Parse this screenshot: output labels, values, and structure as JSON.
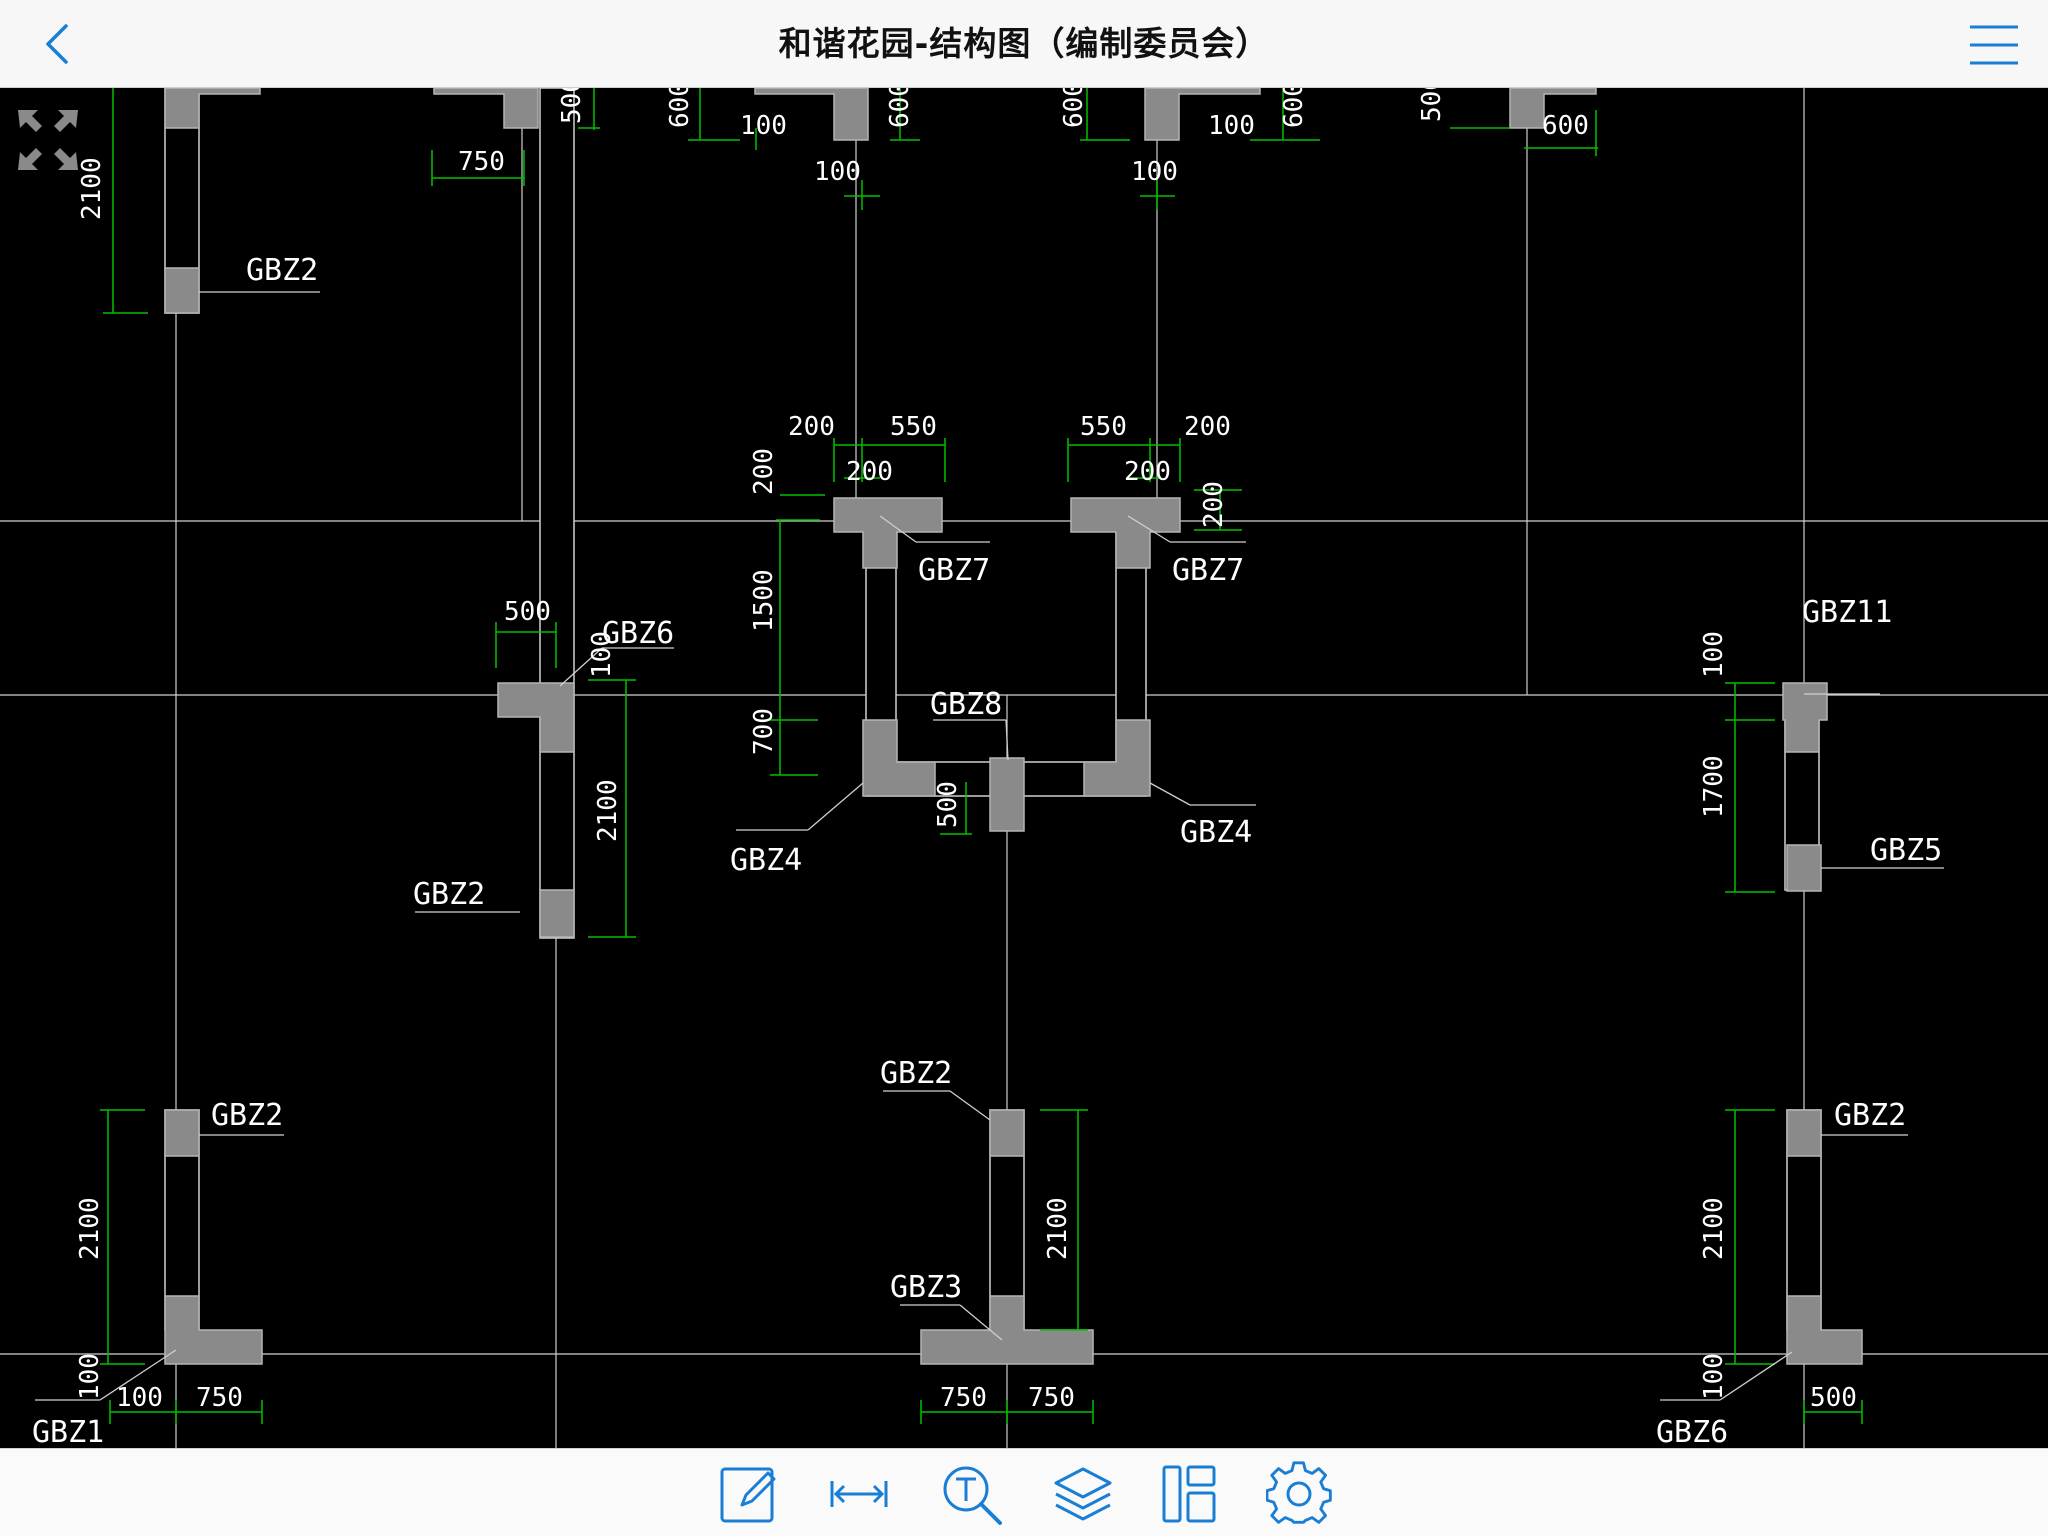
{
  "header": {
    "title": "和谐花园-结构图（编制委员会）",
    "back_icon": "chevron-left-icon",
    "menu_icon": "hamburger-menu-icon"
  },
  "colors": {
    "accent": "#1a7fd4",
    "background": "#000000",
    "grid_line": "#cfcfcf",
    "dimension": "#00c000",
    "wall_fill": "#8a8a8a",
    "annotation": "#ffffff"
  },
  "drawing": {
    "fit_icon": "fit-screen-icon",
    "labels": {
      "gbz1": "GBZ1",
      "gbz2": "GBZ2",
      "gbz3": "GBZ3",
      "gbz4": "GBZ4",
      "gbz5": "GBZ5",
      "gbz6": "GBZ6",
      "gbz7": "GBZ7",
      "gbz8": "GBZ8",
      "gbz11": "GBZ11"
    },
    "dims": {
      "d100": "100",
      "d200": "200",
      "d500": "500",
      "d550": "550",
      "d600": "600",
      "d700": "700",
      "d750": "750",
      "d1500": "1500",
      "d1700": "1700",
      "d2100": "2100"
    }
  },
  "toolbar": {
    "tools": [
      {
        "name": "edit",
        "icon": "pencil-edit-icon"
      },
      {
        "name": "measure",
        "icon": "measure-distance-icon"
      },
      {
        "name": "text-search",
        "icon": "text-search-icon"
      },
      {
        "name": "layers",
        "icon": "layers-icon"
      },
      {
        "name": "layout",
        "icon": "layout-panels-icon"
      },
      {
        "name": "settings",
        "icon": "gear-icon"
      }
    ]
  }
}
